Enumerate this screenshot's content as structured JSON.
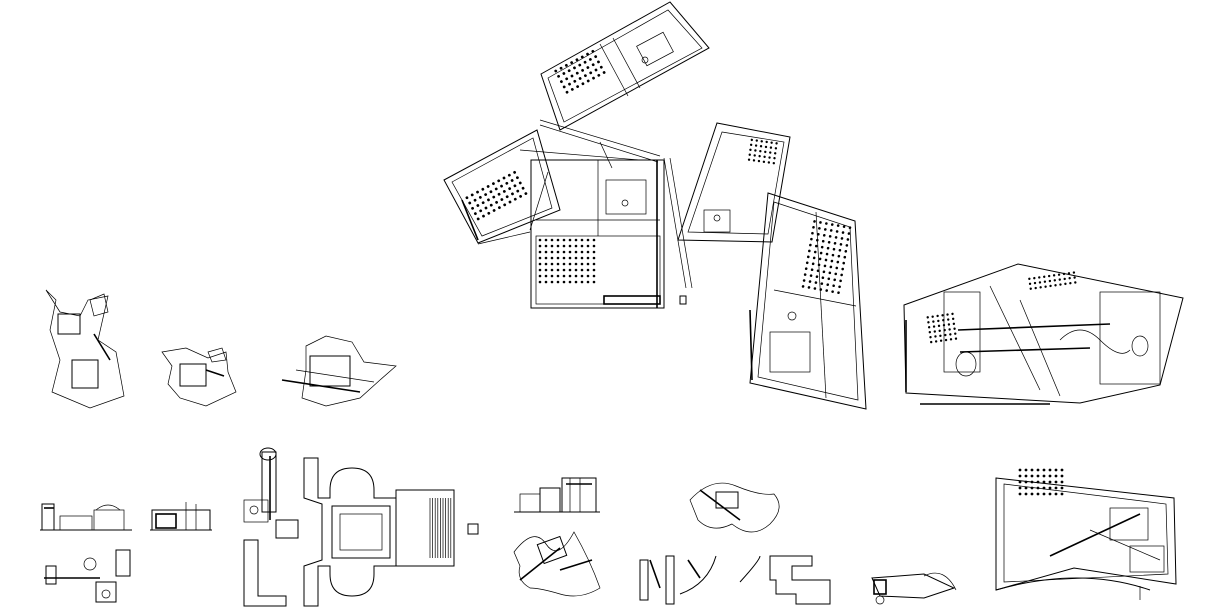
{
  "colors": {
    "background": "#ffffff",
    "ink": "#000000"
  },
  "drawing_sheet": {
    "title": "",
    "plans": [
      {
        "name": "large-rotated-plan-group"
      },
      {
        "name": "long-tilted-wing"
      },
      {
        "name": "right-collage-plan"
      },
      {
        "name": "small-sketch-1"
      },
      {
        "name": "small-sketch-2"
      },
      {
        "name": "small-sketch-3"
      },
      {
        "name": "elevation-left"
      },
      {
        "name": "elevation-mid"
      },
      {
        "name": "small-plan-left"
      },
      {
        "name": "tall-plan"
      },
      {
        "name": "church-plan"
      },
      {
        "name": "elevation-center"
      },
      {
        "name": "tangle-plan-low"
      },
      {
        "name": "tangle-plan-high"
      },
      {
        "name": "wall-fragments"
      },
      {
        "name": "small-wing-plan"
      },
      {
        "name": "bottom-right-plan"
      }
    ]
  }
}
